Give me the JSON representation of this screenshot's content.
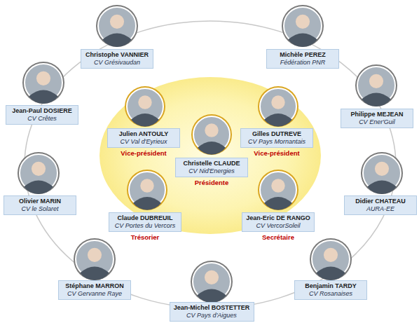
{
  "diagram": {
    "nodes": [
      {
        "text": [
          "Christophe VANNIER",
          "CV Grésivaudan"
        ]
      },
      {
        "text": [
          "Michèle PEREZ",
          "Fédération PNR"
        ]
      },
      {
        "text": [
          "Jean-Paul DOSIERE",
          "CV Crêtes"
        ]
      },
      {
        "text": [
          "Philippe MEJEAN",
          "CV Ener'Guil"
        ]
      },
      {
        "text": [
          "Julien ANTOULY",
          "CV Val d'Eyrieux",
          "Vice-président"
        ]
      },
      {
        "text": [
          "Gilles DUTREVE",
          "CV Pays Mornantais",
          "Vice-président"
        ]
      },
      {
        "text": [
          "Christelle CLAUDE",
          "CV Nid'Energies",
          "Présidente"
        ]
      },
      {
        "text": [
          "Olivier MARIN",
          "CV le Solaret"
        ]
      },
      {
        "text": [
          "Didier CHATEAU",
          "AURA-EE"
        ]
      },
      {
        "text": [
          "Claude DUBREUIL",
          "CV Portes du Vercors",
          "Trésorier"
        ]
      },
      {
        "text": [
          "Jean-Eric DE RANGO",
          "CV VercorSoleil",
          "Secrétaire"
        ]
      },
      {
        "text": [
          "Stéphane MARRON",
          "CV Gervanne Raye"
        ]
      },
      {
        "text": [
          "Benjamin TARDY",
          "CV Rosanaises"
        ]
      },
      {
        "text": [
          "Jean-Michel BOSTETTER",
          "CV Pays d'Aigues"
        ]
      }
    ]
  }
}
